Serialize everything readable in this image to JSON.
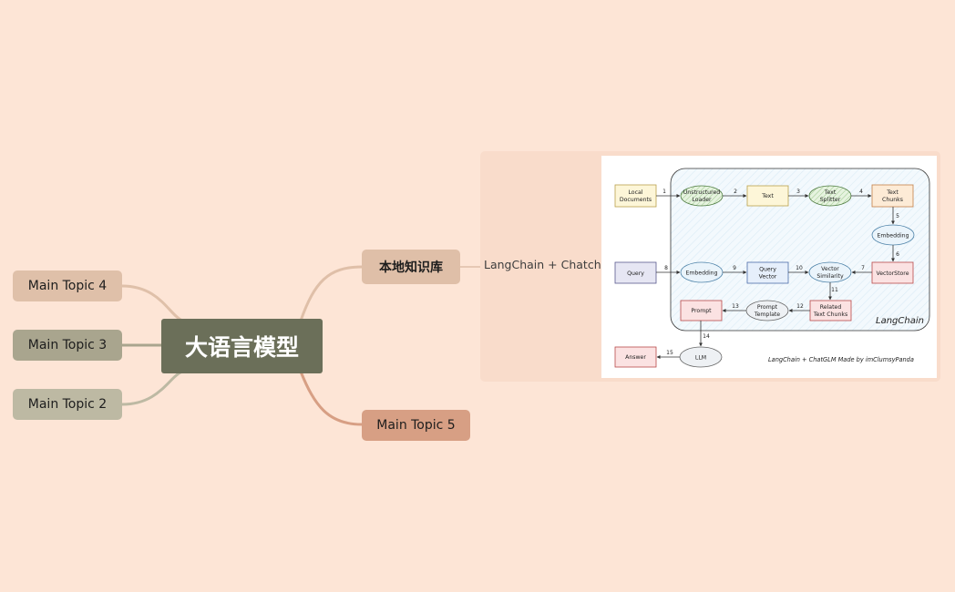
{
  "mindmap": {
    "central": "大语言模型",
    "left_topics": [
      "Main Topic 4",
      "Main Topic 3",
      "Main Topic 2"
    ],
    "right_topics": {
      "knowledge_base": "本地知识库",
      "topic5": "Main Topic 5"
    },
    "subtopic": "LangChain + Chatchat"
  },
  "colors": {
    "background": "#fde5d6",
    "central": "#6b6f59",
    "topic4": "#dfc0a9",
    "topic3": "#a9a58e",
    "topic2": "#bdb9a3",
    "knowledge_base": "#dfbfa8",
    "topic5": "#d79f84"
  },
  "flowchart": {
    "group_label": "LangChain",
    "credit": "LangChain + ChatGLM Made by imClumsyPanda",
    "nodes": {
      "local_docs": [
        "Local",
        "Documents"
      ],
      "loader": [
        "Unstructured",
        "Loader"
      ],
      "text": "Text",
      "splitter": [
        "Text",
        "Splitter"
      ],
      "chunks": [
        "Text",
        "Chunks"
      ],
      "embedding_top": "Embedding",
      "query": "Query",
      "embedding_mid": "Embedding",
      "query_vector": [
        "Query",
        "Vector"
      ],
      "vector_similarity": [
        "Vector",
        "Similarity"
      ],
      "vector_store": "VectorStore",
      "related_chunks": [
        "Related",
        "Text Chunks"
      ],
      "prompt_template": [
        "Prompt",
        "Template"
      ],
      "prompt": "Prompt",
      "llm": "LLM",
      "answer": "Answer"
    },
    "steps": [
      "1",
      "2",
      "3",
      "4",
      "5",
      "6",
      "7",
      "8",
      "9",
      "10",
      "11",
      "12",
      "13",
      "14",
      "15"
    ]
  }
}
